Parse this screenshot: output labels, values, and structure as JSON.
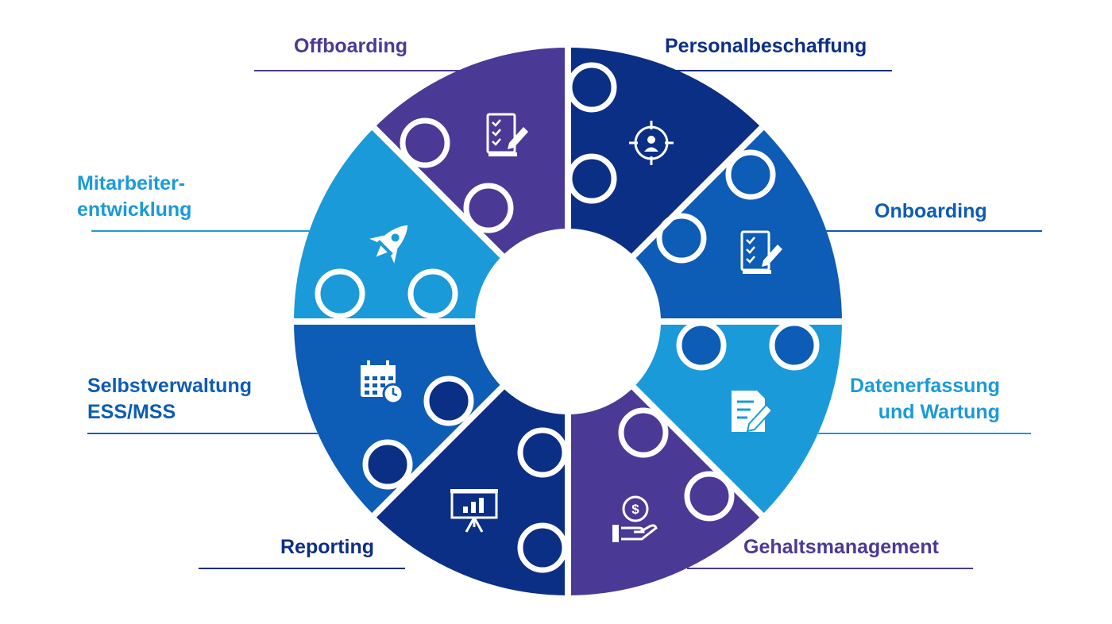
{
  "colors": {
    "violet": "#4a3a96",
    "navy": "#0c2f86",
    "royal": "#0d5cb5",
    "sky": "#1a9ad9",
    "separator": "#ffffff"
  },
  "segments": [
    {
      "id": "personalbeschaffung",
      "label": "Personalbeschaffung",
      "color": "#0c2f86",
      "icon": "target-person-icon"
    },
    {
      "id": "onboarding",
      "label": "Onboarding",
      "color": "#0d5cb5",
      "icon": "checklist-pen-icon"
    },
    {
      "id": "datenerfassung",
      "label": "Datenerfassung\nund Wartung",
      "label_lines": [
        "Datenerfassung",
        "und Wartung"
      ],
      "color": "#1a9ad9",
      "icon": "document-edit-icon"
    },
    {
      "id": "gehaltsmanagement",
      "label": "Gehaltsmanagement",
      "color": "#4a3a96",
      "icon": "hand-coin-icon"
    },
    {
      "id": "reporting",
      "label": "Reporting",
      "color": "#0c2f86",
      "icon": "presentation-chart-icon"
    },
    {
      "id": "selbstverwaltung",
      "label_lines": [
        "Selbstverwaltung",
        "ESS/MSS"
      ],
      "color": "#0d5cb5",
      "icon": "calendar-clock-icon"
    },
    {
      "id": "mitarbeiterentwicklung",
      "label_lines": [
        "Mitarbeiter-",
        "entwicklung"
      ],
      "color": "#1a9ad9",
      "icon": "rocket-icon"
    },
    {
      "id": "offboarding",
      "label": "Offboarding",
      "color": "#4a3a96",
      "icon": "checklist-pen-icon"
    }
  ]
}
